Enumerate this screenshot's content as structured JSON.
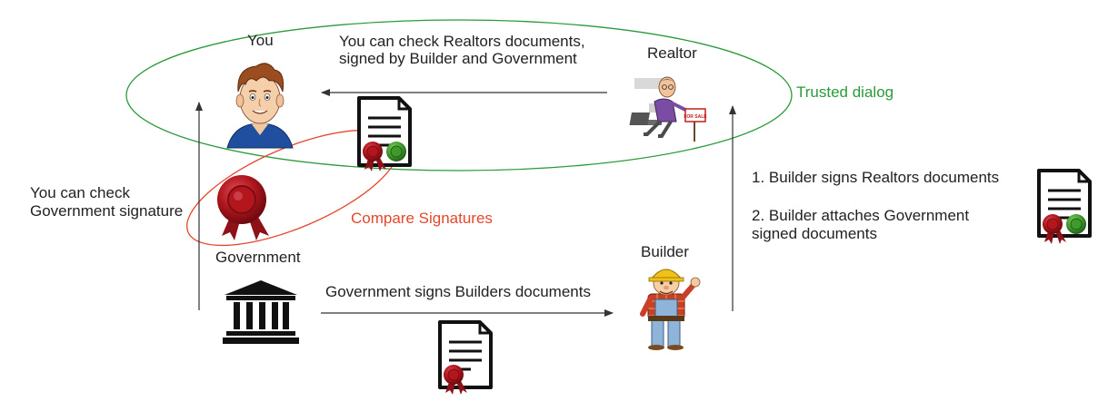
{
  "actors": {
    "you": "You",
    "realtor": "Realtor",
    "government": "Government",
    "builder": "Builder"
  },
  "notes": {
    "you_check_realtor_line1": "You can check Realtors documents,",
    "you_check_realtor_line2": "signed by Builder and Government",
    "trusted_dialog": "Trusted dialog",
    "check_gov_line1": "You can check",
    "check_gov_line2": "Government signature",
    "compare_signatures": "Compare Signatures",
    "gov_signs_builder": "Government signs Builders documents",
    "builder_step1": "1. Builder signs Realtors documents",
    "builder_step2_line1": "2. Builder attaches Government",
    "builder_step2_line2": "signed documents"
  },
  "sign_text": "FOR SALE",
  "icons": [
    "person-icon",
    "realtor-icon",
    "government-building-icon",
    "builder-icon",
    "document-icon",
    "wax-seal-icon"
  ],
  "colors": {
    "trusted_ellipse": "#2a9a3a",
    "compare_ellipse": "#e4472b",
    "arrow": "#333333",
    "red_seal": "#b0161e",
    "green_seal": "#3f9a2c"
  }
}
